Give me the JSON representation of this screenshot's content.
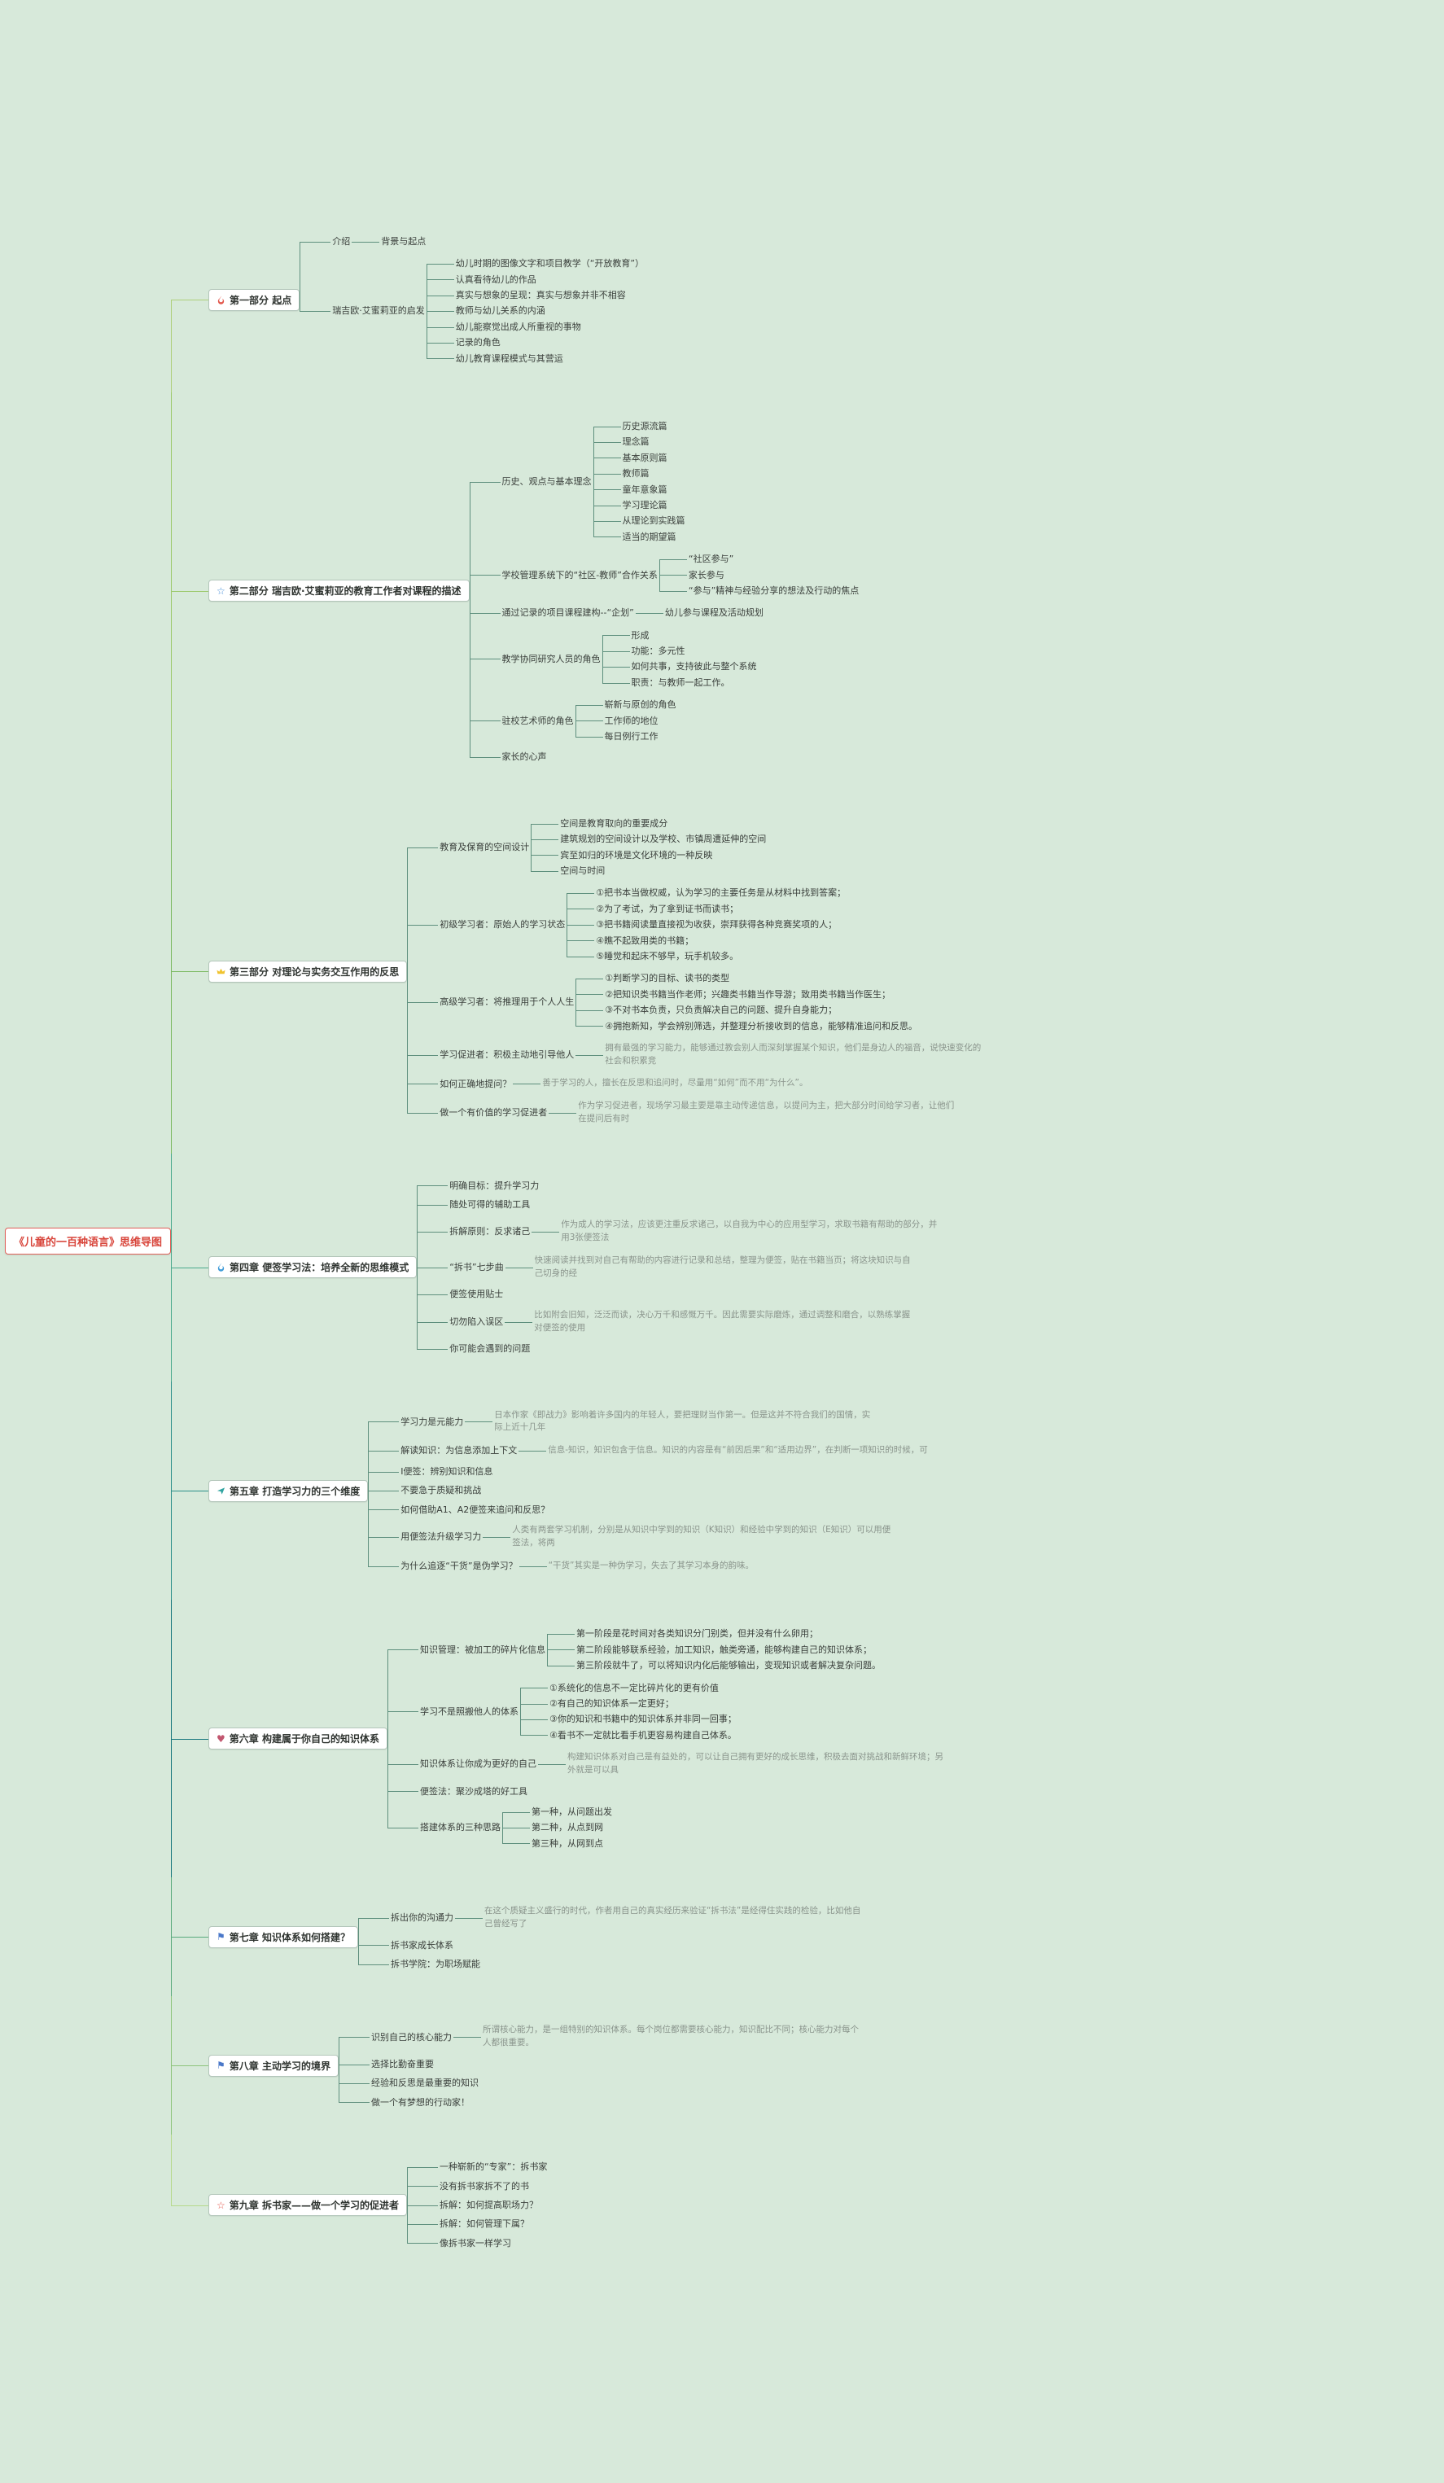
{
  "page_title": "《儿童的一百种语言》思维导图",
  "colors": {
    "background": "#d7e9da",
    "central_accent": "#d8453b",
    "sub_connector": "#5e8f7d"
  },
  "tree": {
    "label": "《儿童的一百种语言》思维导图",
    "type": "root",
    "children": [
      {
        "label": "第一部分 起点",
        "type": "branch",
        "icon": "flame",
        "iconColor": "#e2574c",
        "color": "#aecf7a",
        "children": [
          {
            "label": "介绍",
            "children": [
              "背景与起点"
            ]
          },
          {
            "label": "瑞吉欧·艾蜜莉亚的启发",
            "children": [
              "幼儿时期的图像文字和项目教学（“开放教育”）",
              "认真看待幼儿的作品",
              "真实与想象的呈现：真实与想象并非不相容",
              "教师与幼儿关系的内涵",
              "幼儿能察觉出成人所重视的事物",
              "记录的角色",
              "幼儿教育课程模式与其营运"
            ]
          }
        ]
      },
      {
        "label": "第二部分 瑞吉欧·艾蜜莉亚的教育工作者对课程的描述",
        "type": "branch",
        "icon": "star",
        "iconColor": "#4a90d9",
        "color": "#9cc96b",
        "children": [
          {
            "label": "历史、观点与基本理念",
            "children": [
              "历史源流篇",
              "理念篇",
              "基本原则篇",
              "教师篇",
              "童年意象篇",
              "学习理论篇",
              "从理论到实践篇",
              "适当的期望篇"
            ]
          },
          {
            "label": "学校管理系统下的“社区-教师”合作关系",
            "children": [
              "“社区参与”",
              "家长参与",
              "“参与”精神与经验分享的想法及行动的焦点"
            ]
          },
          {
            "label": "通过记录的项目课程建构--“企划”",
            "children": [
              "幼儿参与课程及活动规划"
            ]
          },
          {
            "label": "教学协同研究人员的角色",
            "children": [
              "形成",
              "功能：多元性",
              "如何共事，支持彼此与整个系统",
              "职责：与教师一起工作。"
            ]
          },
          {
            "label": "驻校艺术师的角色",
            "children": [
              "崭新与原创的角色",
              "工作师的地位",
              "每日例行工作"
            ]
          },
          {
            "label": "家长的心声"
          }
        ]
      },
      {
        "label": "第三部分 对理论与实务交互作用的反思",
        "type": "branch",
        "icon": "crown",
        "iconColor": "#f0c330",
        "color": "#7ab95f",
        "children": [
          {
            "label": "教育及保育的空间设计",
            "children": [
              "空间是教育取向的重要成分",
              "建筑规划的空间设计以及学校、市镇周遭延伸的空间",
              "宾至如归的环境是文化环境的一种反映",
              "空间与时间"
            ]
          },
          {
            "label": "初级学习者：原始人的学习状态",
            "children": [
              "①把书本当做权威，认为学习的主要任务是从材料中找到答案；",
              "②为了考试，为了拿到证书而读书；",
              "③把书籍阅读量直接视为收获，崇拜获得各种竞赛奖项的人；",
              "④瞧不起致用类的书籍；",
              "⑤睡觉和起床不够早，玩手机较多。"
            ]
          },
          {
            "label": "高级学习者：将推理用于个人人生",
            "children": [
              "①判断学习的目标、读书的类型",
              "②把知识类书籍当作老师；兴趣类书籍当作导游；致用类书籍当作医生；",
              "③不对书本负责，只负责解决自己的问题、提升自身能力；",
              "④拥抱新知，学会辨别筛选，并整理分析接收到的信息，能够精准追问和反思。"
            ]
          },
          {
            "label": "学习促进者：积极主动地引导他人",
            "children": [
              {
                "label": "拥有最强的学习能力，能够通过教会别人而深刻掌握某个知识，他们是身边人的福音，说快速变化的社会和积累竞",
                "type": "note"
              }
            ]
          },
          {
            "label": "如何正确地提问？",
            "children": [
              {
                "label": "善于学习的人，擅长在反思和追问时，尽量用“如何”而不用“为什么”。",
                "type": "note"
              }
            ]
          },
          {
            "label": "做一个有价值的学习促进者",
            "children": [
              {
                "label": "作为学习促进者，现场学习最主要是靠主动传递信息，以提问为主，把大部分时间给学习者，让他们在提问后有时",
                "type": "note"
              }
            ]
          }
        ]
      },
      {
        "label": "第四章 便签学习法：培养全新的思维模式",
        "type": "branch",
        "icon": "flame",
        "iconColor": "#3f9bd8",
        "color": "#49a98c",
        "children": [
          {
            "label": "明确目标：提升学习力"
          },
          {
            "label": "随处可得的辅助工具"
          },
          {
            "label": "拆解原则：反求诸己",
            "children": [
              {
                "label": "作为成人的学习法，应该更注重反求诸己，以自我为中心的应用型学习，求取书籍有帮助的部分，并用3张便签法",
                "type": "note"
              }
            ]
          },
          {
            "label": "“拆书”七步曲",
            "children": [
              {
                "label": "快速阅读并找到对自己有帮助的内容进行记录和总结，整理为便签，贴在书籍当页；将这块知识与自己切身的经",
                "type": "note"
              }
            ]
          },
          {
            "label": "便签使用贴士"
          },
          {
            "label": "切勿陷入误区",
            "children": [
              {
                "label": "比如附会旧知，泛泛而读，决心万千和感慨万千。因此需要实际磨炼，通过调整和磨合，以熟练掌握对便签的使用",
                "type": "note"
              }
            ]
          },
          {
            "label": "你可能会遇到的问题"
          }
        ]
      },
      {
        "label": "第五章 打造学习力的三个维度",
        "type": "branch",
        "icon": "plane",
        "iconColor": "#2fa3a0",
        "color": "#2b8f8a",
        "children": [
          {
            "label": "学习力是元能力",
            "children": [
              {
                "label": "日本作家《即战力》影响着许多国内的年轻人，要把理财当作第一。但是这并不符合我们的国情，实际上近十几年",
                "type": "note"
              }
            ]
          },
          {
            "label": "解读知识：为信息添加上下文",
            "children": [
              {
                "label": "信息-知识，知识包含于信息。知识的内容是有“前因后果”和“适用边界”，在判断一项知识的时候，可",
                "type": "note"
              }
            ]
          },
          {
            "label": "I便签：辨别知识和信息"
          },
          {
            "label": "不要急于质疑和挑战"
          },
          {
            "label": "如何借助A1、A2便签来追问和反思？"
          },
          {
            "label": "用便签法升级学习力",
            "children": [
              {
                "label": "人类有两套学习机制，分别是从知识中学到的知识（K知识）和经验中学到的知识（E知识）可以用便签法，将两",
                "type": "note"
              }
            ]
          },
          {
            "label": "为什么追逐“干货”是伪学习？",
            "children": [
              {
                "label": "“干货”其实是一种伪学习，失去了其学习本身的韵味。",
                "type": "note"
              }
            ]
          }
        ]
      },
      {
        "label": "第六章 构建属于你自己的知识体系",
        "type": "branch",
        "icon": "heart",
        "iconColor": "#c2566f",
        "color": "#16767c",
        "children": [
          {
            "label": "知识管理：被加工的碎片化信息",
            "children": [
              "第一阶段是花时间对各类知识分门别类，但并没有什么卵用；",
              "第二阶段能够联系经验，加工知识，触类旁通，能够构建自己的知识体系；",
              "第三阶段就牛了，可以将知识内化后能够输出，变现知识或者解决复杂问题。"
            ]
          },
          {
            "label": "学习不是照搬他人的体系",
            "children": [
              "①系统化的信息不一定比碎片化的更有价值",
              "②有自己的知识体系一定更好；",
              "③你的知识和书籍中的知识体系并非同一回事；",
              "④看书不一定就比看手机更容易构建自己体系。"
            ]
          },
          {
            "label": "知识体系让你成为更好的自己",
            "children": [
              {
                "label": "构建知识体系对自己是有益处的，可以让自己拥有更好的成长思维，积极去面对挑战和新鲜环境；另外就是可以具",
                "type": "note"
              }
            ]
          },
          {
            "label": "便签法：聚沙成塔的好工具"
          },
          {
            "label": "搭建体系的三种思路",
            "children": [
              "第一种，从问题出发",
              "第二种，从点到网",
              "第三种，从网到点"
            ]
          }
        ]
      },
      {
        "label": "第七章 知识体系如何搭建？",
        "type": "branch",
        "icon": "flag",
        "iconColor": "#4a78c9",
        "color": "#58aa7c",
        "children": [
          {
            "label": "拆出你的沟通力",
            "children": [
              {
                "label": "在这个质疑主义盛行的时代，作者用自己的真实经历来验证“拆书法”是经得住实践的检验，比如他自己曾经写了",
                "type": "note"
              }
            ]
          },
          {
            "label": "拆书家成长体系"
          },
          {
            "label": "拆书学院：为职场赋能"
          }
        ]
      },
      {
        "label": "第八章 主动学习的境界",
        "type": "branch",
        "icon": "flag",
        "iconColor": "#4a78c9",
        "color": "#8dc47b",
        "children": [
          {
            "label": "识别自己的核心能力",
            "children": [
              {
                "label": "所谓核心能力，是一组特别的知识体系。每个岗位都需要核心能力，知识配比不同；核心能力对每个人都很重要。",
                "type": "note"
              }
            ]
          },
          {
            "label": "选择比勤奋重要"
          },
          {
            "label": "经验和反思是最重要的知识"
          },
          {
            "label": "做一个有梦想的行动家！"
          }
        ]
      },
      {
        "label": "第九章 拆书家——做一个学习的促进者",
        "type": "branch",
        "icon": "star",
        "iconColor": "#e2574c",
        "color": "#b6d98b",
        "children": [
          {
            "label": "一种崭新的“专家”：拆书家"
          },
          {
            "label": "没有拆书家拆不了的书"
          },
          {
            "label": "拆解：如何提高职场力？"
          },
          {
            "label": "拆解：如何管理下属？"
          },
          {
            "label": "像拆书家一样学习"
          }
        ]
      }
    ]
  }
}
